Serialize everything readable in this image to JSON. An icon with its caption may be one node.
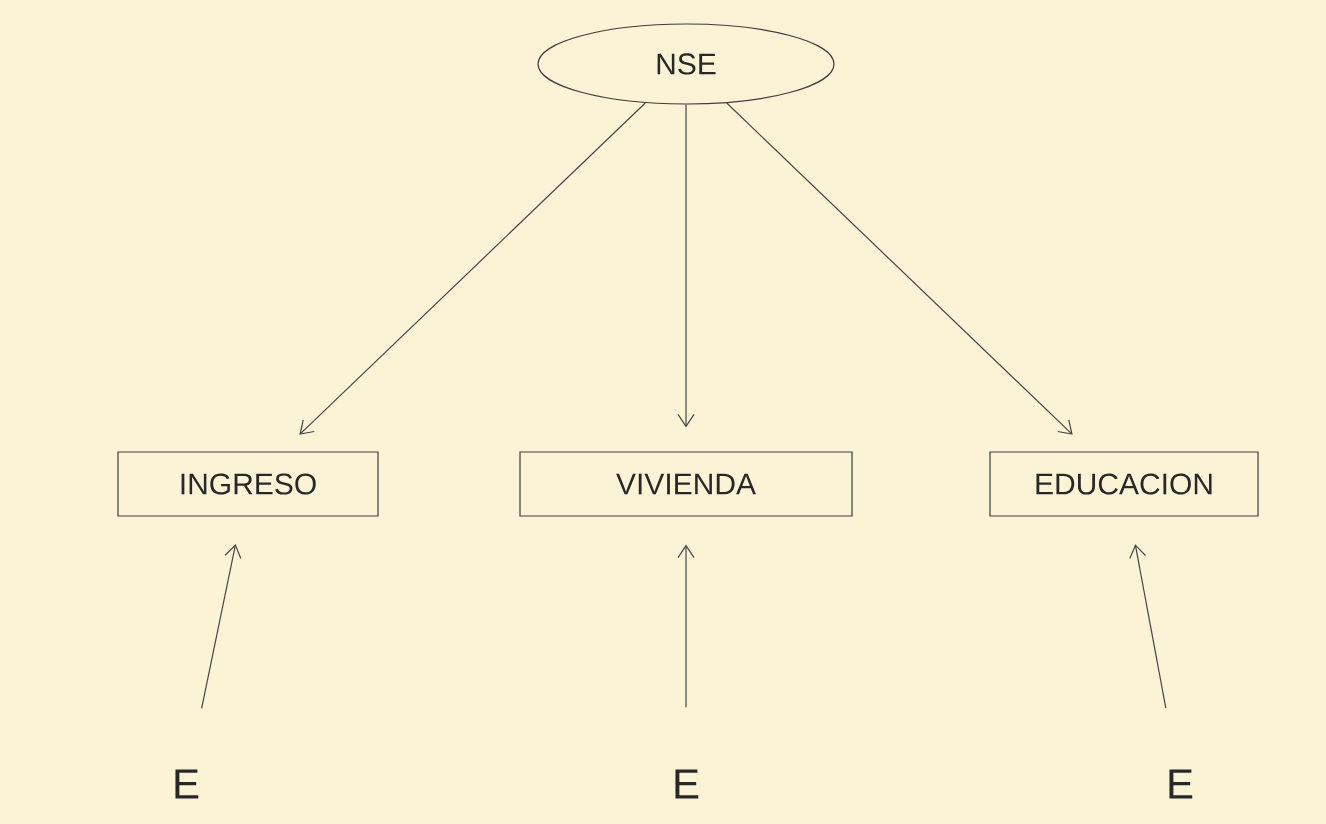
{
  "diagram": {
    "nodes": [
      {
        "text": [
          "NSE"
        ]
      },
      {
        "text": [
          "INGRESO"
        ]
      },
      {
        "text": [
          "VIVIENDA"
        ]
      },
      {
        "text": [
          "EDUCACION"
        ]
      },
      {
        "text": [
          "E"
        ]
      },
      {
        "text": [
          "E"
        ]
      },
      {
        "text": [
          "E"
        ]
      }
    ],
    "edges": [
      {
        "from": 0,
        "to": 1,
        "arrow": "to"
      },
      {
        "from": 0,
        "to": 2,
        "arrow": "to"
      },
      {
        "from": 0,
        "to": 3,
        "arrow": "to"
      },
      {
        "from": 4,
        "to": 1,
        "arrow": "to"
      },
      {
        "from": 5,
        "to": 2,
        "arrow": "to"
      },
      {
        "from": 6,
        "to": 3,
        "arrow": "to"
      }
    ]
  }
}
